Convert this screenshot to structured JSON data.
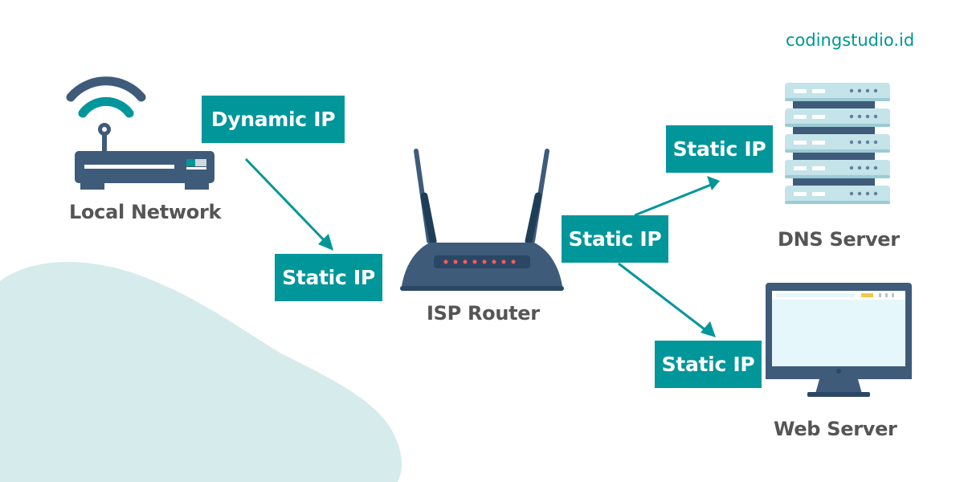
{
  "brand": {
    "text": "codingstudio.id"
  },
  "colors": {
    "accent": "#00969a",
    "device_dark": "#3f5b7a",
    "blob": "#d5ebec",
    "label_text": "#555555"
  },
  "nodes": {
    "local_network": {
      "label": "Local Network",
      "icon": "wifi-modem-icon"
    },
    "isp_router": {
      "label": "ISP Router",
      "icon": "router-icon"
    },
    "dns_server": {
      "label": "DNS Server",
      "icon": "server-rack-icon"
    },
    "web_server": {
      "label": "Web Server",
      "icon": "monitor-icon"
    }
  },
  "links": {
    "dynamic_ip": "Dynamic IP",
    "static_ip_router_in": "Static IP",
    "static_ip_router_out": "Static IP",
    "static_ip_dns": "Static IP",
    "static_ip_web": "Static IP"
  }
}
